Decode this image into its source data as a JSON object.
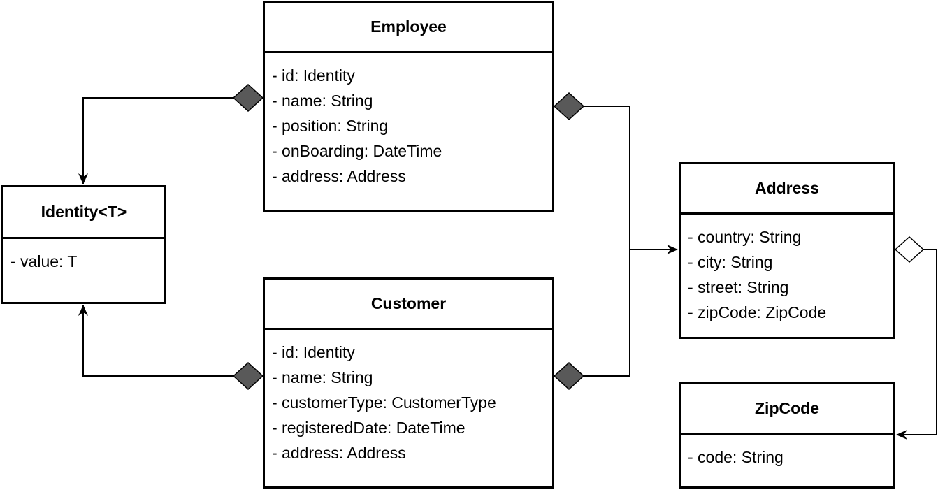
{
  "colors": {
    "line": "#000000",
    "composition_fill": "#595959",
    "aggregation_fill": "#ffffff",
    "background": "#ffffff"
  },
  "classes": {
    "employee": {
      "name": "Employee",
      "attributes": [
        "- id: Identity",
        "- name: String",
        "- position: String",
        "- onBoarding: DateTime",
        "- address: Address"
      ]
    },
    "customer": {
      "name": "Customer",
      "attributes": [
        "- id: Identity",
        "- name: String",
        "- customerType: CustomerType",
        "- registeredDate: DateTime",
        "- address: Address"
      ]
    },
    "identity": {
      "name": "Identity<T>",
      "attributes": [
        "- value: T"
      ]
    },
    "address": {
      "name": "Address",
      "attributes": [
        "- country: String",
        "- city: String",
        "- street: String",
        "- zipCode: ZipCode"
      ]
    },
    "zipcode": {
      "name": "ZipCode",
      "attributes": [
        "- code: String"
      ]
    }
  },
  "relationships": [
    {
      "from": "Employee",
      "to": "Identity<T>",
      "kind": "composition"
    },
    {
      "from": "Customer",
      "to": "Identity<T>",
      "kind": "composition"
    },
    {
      "from": "Employee",
      "to": "Address",
      "kind": "composition"
    },
    {
      "from": "Customer",
      "to": "Address",
      "kind": "composition"
    },
    {
      "from": "Address",
      "to": "ZipCode",
      "kind": "aggregation"
    }
  ]
}
